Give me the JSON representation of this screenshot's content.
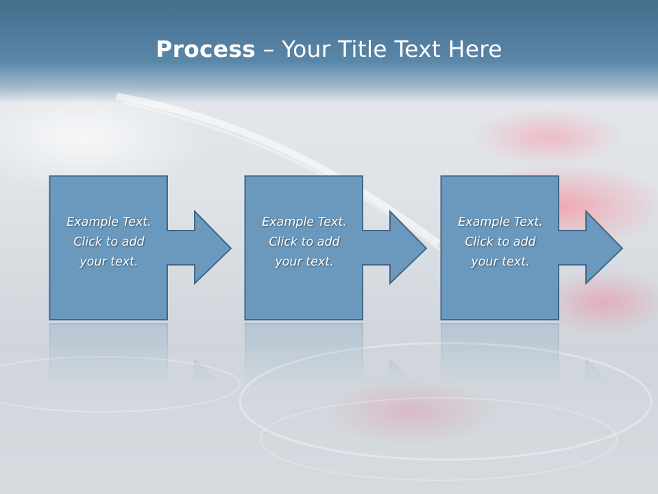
{
  "slide": {
    "title_bold": "Process",
    "title_rest": " – Your Title Text Here"
  },
  "steps": [
    {
      "line1": "Example Text.",
      "line2": "Click  to add",
      "line3": "your text."
    },
    {
      "line1": "Example Text.",
      "line2": "Click  to add",
      "line3": "your text."
    },
    {
      "line1": "Example Text.",
      "line2": "Click  to add",
      "line3": "your text."
    }
  ],
  "colors": {
    "title_band": "#5a86a8",
    "step_fill": "#6b99bd",
    "step_stroke": "#3f6789",
    "text": "#ffffff"
  }
}
